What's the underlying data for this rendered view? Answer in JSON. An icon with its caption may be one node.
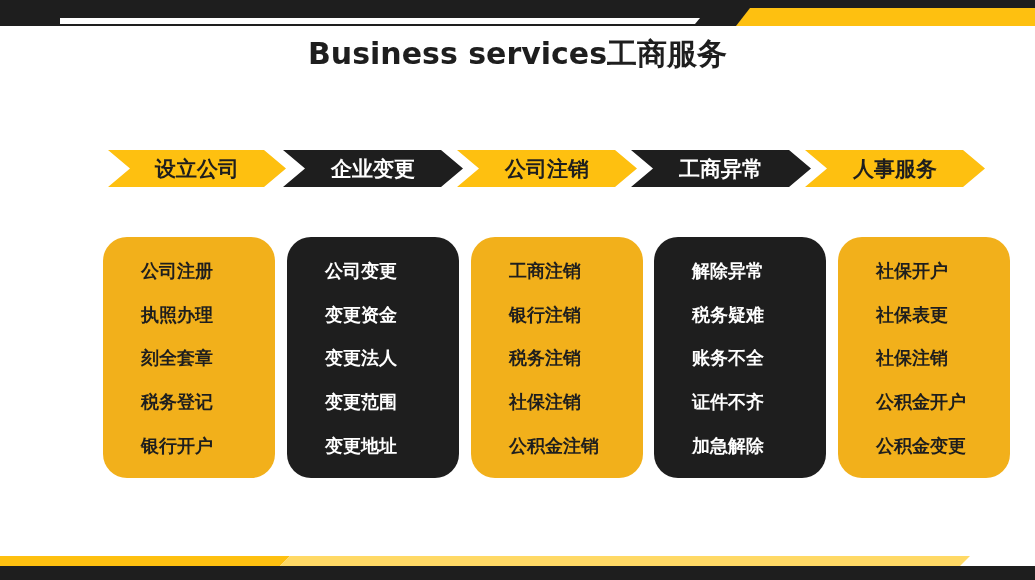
{
  "diagram": {
    "title": "Business services工商服务",
    "nodes": [
      {
        "text": [
          "设立公司"
        ]
      },
      {
        "text": [
          "企业变更"
        ]
      },
      {
        "text": [
          "公司注销"
        ]
      },
      {
        "text": [
          "工商异常"
        ]
      },
      {
        "text": [
          "人事服务"
        ]
      },
      {
        "text": [
          "公司注册",
          "执照办理",
          "刻全套章",
          "税务登记",
          "银行开户"
        ]
      },
      {
        "text": [
          "公司变更",
          "变更资金",
          "变更法人",
          "变更范围",
          "变更地址"
        ]
      },
      {
        "text": [
          "工商注销",
          "银行注销",
          "税务注销",
          "社保注销",
          "公积金注销"
        ]
      },
      {
        "text": [
          "解除异常",
          "税务疑难",
          "账务不全",
          "证件不齐",
          "加急解除"
        ]
      },
      {
        "text": [
          "社保开户",
          "社保表更",
          "社保注销",
          "公积金开户",
          "公积金变更"
        ]
      }
    ],
    "edges": []
  }
}
